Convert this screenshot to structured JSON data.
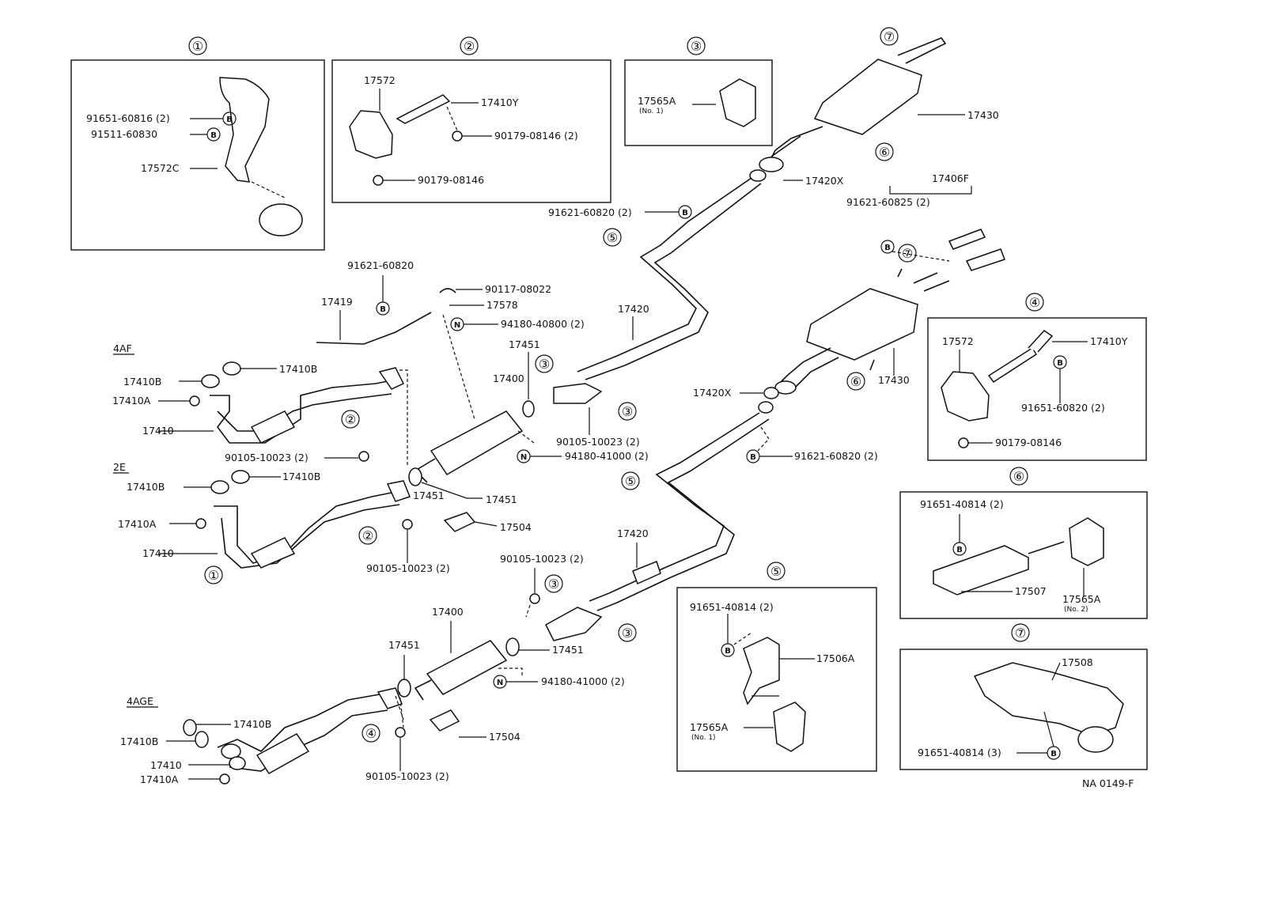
{
  "diagram": {
    "footer_code": "NA 0149-F",
    "engine_labels": {
      "e4af": "4AF",
      "e2e": "2E",
      "e4age": "4AGE"
    },
    "callouts": [
      "①",
      "②",
      "③",
      "④",
      "⑤",
      "⑥",
      "⑦"
    ],
    "detail1": {
      "parts": [
        "91651-60816 (2)",
        "91511-60830",
        "17572C"
      ],
      "symbols": [
        "B",
        "B"
      ]
    },
    "detail2": {
      "parts": [
        "17572",
        "17410Y",
        "90179-08146 (2)",
        "90179-08146"
      ]
    },
    "detail3": {
      "parts": [
        "17565A"
      ],
      "note": "(No. 1)"
    },
    "detail4": {
      "parts": [
        "17572",
        "17410Y",
        "91651-60820 (2)",
        "90179-08146"
      ]
    },
    "detail5": {
      "parts": [
        "91651-40814 (2)",
        "17506A",
        "17565A"
      ],
      "note": "(No. 1)"
    },
    "detail6": {
      "parts": [
        "91651-40814 (2)",
        "17507",
        "17565A"
      ],
      "note": "(No. 2)"
    },
    "detail7": {
      "parts": [
        "17508",
        "91651-40814 (3)"
      ]
    },
    "upper_system": {
      "parts": [
        "17430",
        "17420X",
        "91621-60820 (2)",
        "17406F",
        "91621-60825 (2)",
        "17420",
        "17451",
        "17400",
        "90105-10023 (2)",
        "94180-41000 (2)",
        "17504",
        "91621-60820",
        "17419",
        "90117-08022",
        "17578",
        "94180-40800 (2)",
        "17410B",
        "17410A",
        "17410"
      ]
    },
    "lower_system": {
      "parts": [
        "17430",
        "17420X",
        "91621-60820 (2)",
        "17420",
        "90105-10023 (2)",
        "17451",
        "17400",
        "94180-41000 (2)",
        "17504",
        "90105-10023 (2)",
        "17410B",
        "17410",
        "17410A"
      ]
    }
  }
}
